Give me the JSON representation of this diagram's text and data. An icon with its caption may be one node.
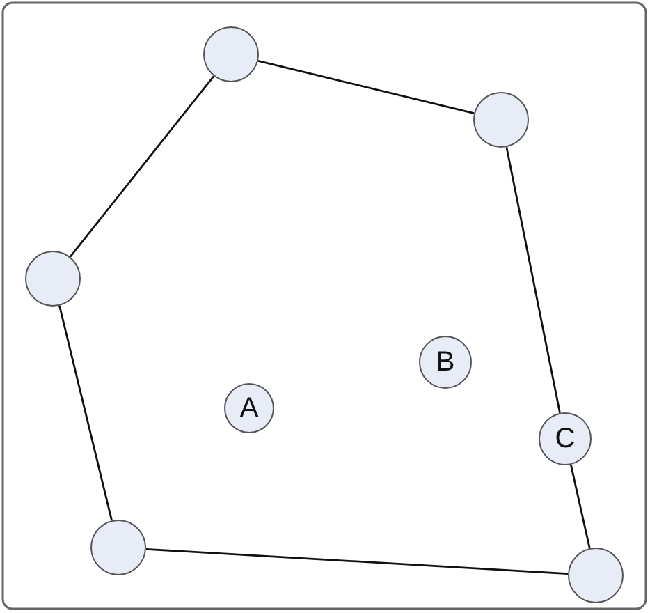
{
  "diagram": {
    "nodes": [
      {
        "text": [],
        "shape": "circle"
      },
      {
        "text": [],
        "shape": "circle"
      },
      {
        "text": [],
        "shape": "circle"
      },
      {
        "text": [
          "B"
        ]
      },
      {
        "text": [
          "A"
        ]
      },
      {
        "text": [
          "C"
        ]
      },
      {
        "text": [],
        "shape": "circle"
      },
      {
        "text": [],
        "shape": "circle"
      }
    ],
    "edges": [
      {
        "from": 0,
        "to": 1,
        "arrow": "none"
      },
      {
        "from": 1,
        "to": 5,
        "arrow": "none"
      },
      {
        "from": 5,
        "to": 7,
        "arrow": "none"
      },
      {
        "from": 7,
        "to": 6,
        "arrow": "none"
      },
      {
        "from": 6,
        "to": 2,
        "arrow": "none"
      },
      {
        "from": 2,
        "to": 0,
        "arrow": "none"
      }
    ]
  }
}
